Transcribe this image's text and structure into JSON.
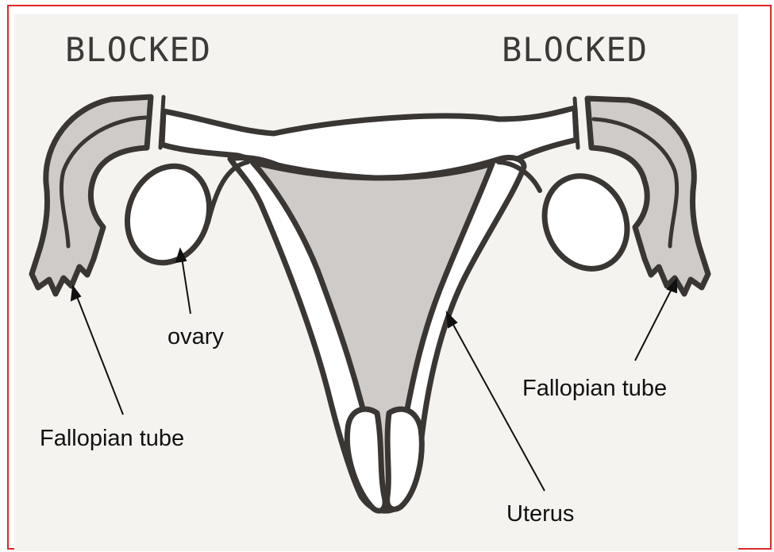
{
  "labels": {
    "blocked_left": "BLOCKED",
    "blocked_right": "BLOCKED",
    "ovary": "ovary",
    "fallopian_left": "Fallopian tube",
    "fallopian_right": "Fallopian tube",
    "uterus": "Uterus"
  },
  "colors": {
    "frame_border": "#e02828",
    "outline": "#3a3634",
    "fill": "#cfcbc8",
    "background": "#f4f3f0"
  }
}
